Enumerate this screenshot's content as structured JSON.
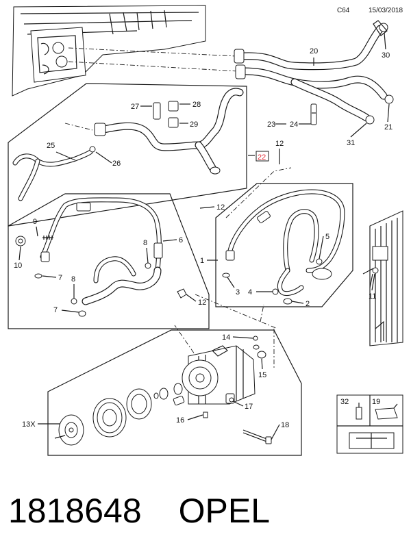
{
  "header": {
    "code": "C64",
    "date": "15/03/2018"
  },
  "footer": {
    "part_number": "1818648",
    "brand": "OPEL"
  },
  "callouts": {
    "c1": "1",
    "c2": "2",
    "c3": "3",
    "c4": "4",
    "c5": "5",
    "c6": "6",
    "c7a": "7",
    "c7b": "7",
    "c8a": "8",
    "c8b": "8",
    "c9": "9",
    "c10": "10",
    "c11": "11",
    "c12a": "12",
    "c12b": "12",
    "c12c": "12",
    "c13": "13X",
    "c14": "14",
    "c15": "15",
    "c16": "16",
    "c17": "17",
    "c18": "18",
    "c19": "19",
    "c20": "20",
    "c21": "21",
    "c22": "22",
    "c23": "23",
    "c24": "24",
    "c25": "25",
    "c26": "26",
    "c27": "27",
    "c28": "28",
    "c29": "29",
    "c30": "30",
    "c31": "31",
    "c32": "32"
  },
  "colors": {
    "line": "#1a1a1a",
    "part_fill": "#ffffff",
    "shade": "#d8d8d8",
    "highlight_box": "#e0303a"
  }
}
